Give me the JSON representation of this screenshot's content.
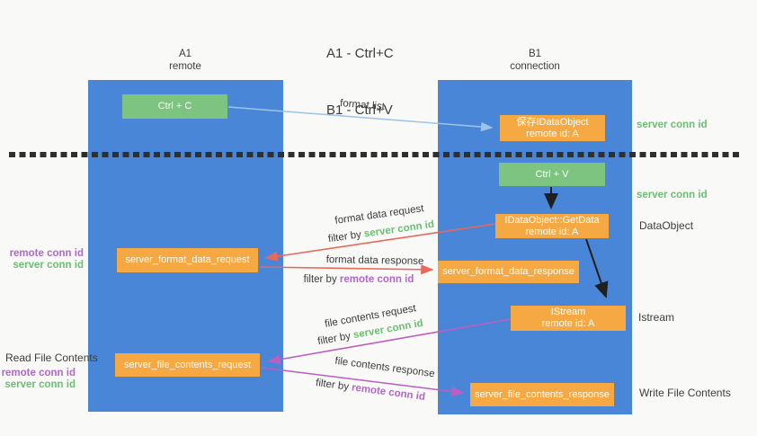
{
  "title": {
    "line1": "A1 - Ctrl+C",
    "line2": "B1 - Ctrl+V"
  },
  "columns": {
    "left": {
      "name": "A1",
      "role": "remote"
    },
    "right": {
      "name": "B1",
      "role": "connection"
    }
  },
  "nodes": {
    "ctrl_c": "Ctrl + C",
    "save_dataobject": {
      "line1": "保存IDataObject",
      "line2": "remote id: A"
    },
    "ctrl_v": "Ctrl + V",
    "getdata": {
      "line1": "IDataObject::GetData",
      "line2": "remote id: A"
    },
    "format_request": "server_format_data_request",
    "format_response": "server_format_data_response",
    "istream": {
      "line1": "IStream",
      "line2": "remote id: A"
    },
    "file_request": "server_file_contents_request",
    "file_response": "server_file_contents_response"
  },
  "side_labels": {
    "server_conn_top": "server conn id",
    "server_conn_mid": "server conn id",
    "dataobject": "DataObject",
    "istream": "Istream",
    "write_file": "Write File Contents",
    "read_file": "Read File Contents",
    "remote_conn_1": "remote conn id",
    "server_conn_1": "server conn id",
    "remote_conn_2": "remote conn id",
    "server_conn_2": "server conn id"
  },
  "arrow_labels": {
    "format_list": "format list",
    "format_data_request": "format data request",
    "format_data_request_filter": {
      "prefix": "filter by",
      "key": "server conn id"
    },
    "format_data_response": "format data response",
    "format_data_response_filter": {
      "prefix": "filter by",
      "key": "remote conn id"
    },
    "file_contents_request": "file contents request",
    "file_contents_request_filter": {
      "prefix": "filter by",
      "key": "server conn id"
    },
    "file_contents_response": "file contents response",
    "file_contents_response_filter": {
      "prefix": "filter by",
      "key": "remote conn id"
    }
  },
  "colors": {
    "column_blue": "#4a86d8",
    "node_green": "#7cc47f",
    "node_orange": "#f6a943",
    "arrow_lightblue": "#9dc3e6",
    "arrow_red": "#e8695a",
    "arrow_magenta": "#bb5ec1",
    "arrow_black": "#1f1f1f",
    "text_green": "#6cbf72",
    "text_purple": "#b168c9",
    "text_dark": "#3d3d3d",
    "background": "#f9f9f8",
    "dotted_line": "#2f2f2f"
  }
}
